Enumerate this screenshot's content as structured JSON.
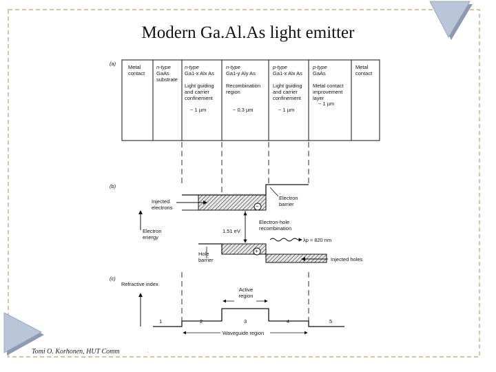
{
  "slide": {
    "title": "Modern Ga.Al.As light emitter",
    "footer": "Tomi O. Korhonen, HUT Comm"
  },
  "colors": {
    "frame": "#d8c3a3",
    "corner_triangle": "#b9c6d9",
    "corner_triangle_shadow": "#8e9aad",
    "ink": "#111111"
  },
  "diagram": {
    "panel_a": {
      "tag": "(a)",
      "columns": [
        {
          "line1": "Metal",
          "line2": "contact",
          "line3": "",
          "line4": "",
          "extra": "",
          "thickness": ""
        },
        {
          "line1": "n-type",
          "line2": "GaAs",
          "line3": "substrate",
          "line4": "",
          "extra": "",
          "thickness": ""
        },
        {
          "line1": "n-type",
          "line2": "Ga1-x Alx As",
          "line3": "",
          "line4": "",
          "extra": "Light guiding and carrier confinement",
          "thickness": "~ 1 µm"
        },
        {
          "line1": "n-type",
          "line2": "Ga1-y Aly As",
          "line3": "",
          "line4": "",
          "extra": "Recombination region",
          "thickness": "~ 0.3 µm"
        },
        {
          "line1": "p-type",
          "line2": "Ga1-x Alx As",
          "line3": "",
          "line4": "",
          "extra": "Light guiding and carrier confinement",
          "thickness": "~ 1 µm"
        },
        {
          "line1": "p-type",
          "line2": "GaAs",
          "line3": "",
          "line4": "",
          "extra": "Metal contact improvement layer",
          "thickness": "~ 1 µm"
        },
        {
          "line1": "Metal",
          "line2": "contact",
          "line3": "",
          "line4": "",
          "extra": "",
          "thickness": ""
        }
      ]
    },
    "panel_b": {
      "tag": "(b)",
      "injected_electrons": "Injected electrons",
      "electron_barrier": "Electron barrier",
      "electron_energy": "Electron energy",
      "bandgap": "1.51 eV",
      "recombination": "Electron-hole recombination",
      "wavelength": "λp ≈ 820 nm",
      "hole_barrier": "Hole barrier",
      "injected_holes": "Injected holes",
      "electron_symbol": "−",
      "hole_symbol": "+"
    },
    "panel_c": {
      "tag": "(c)",
      "refractive_index": "Refractive index",
      "active_region": "Active region",
      "waveguide_region": "Waveguide region",
      "regions": [
        "1",
        "2",
        "3",
        "4",
        "5"
      ]
    }
  }
}
